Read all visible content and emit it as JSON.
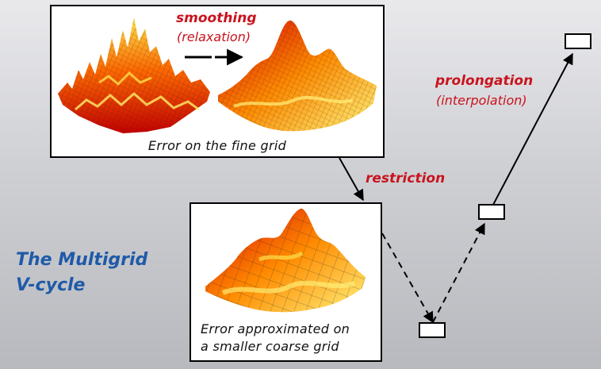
{
  "title_lines": [
    "The Multigrid",
    "V-cycle"
  ],
  "smoothing": {
    "label": "smoothing",
    "sub": "(relaxation)"
  },
  "prolongation": {
    "label": "prolongation",
    "sub": "(interpolation)"
  },
  "restriction": {
    "label": "restriction"
  },
  "fine_caption": "Error on the fine grid",
  "coarse_caption": [
    "Error approximated on",
    "a smaller coarse grid"
  ],
  "colors": {
    "accent_red": "#c8141e",
    "title_blue": "#1f5aa8"
  }
}
